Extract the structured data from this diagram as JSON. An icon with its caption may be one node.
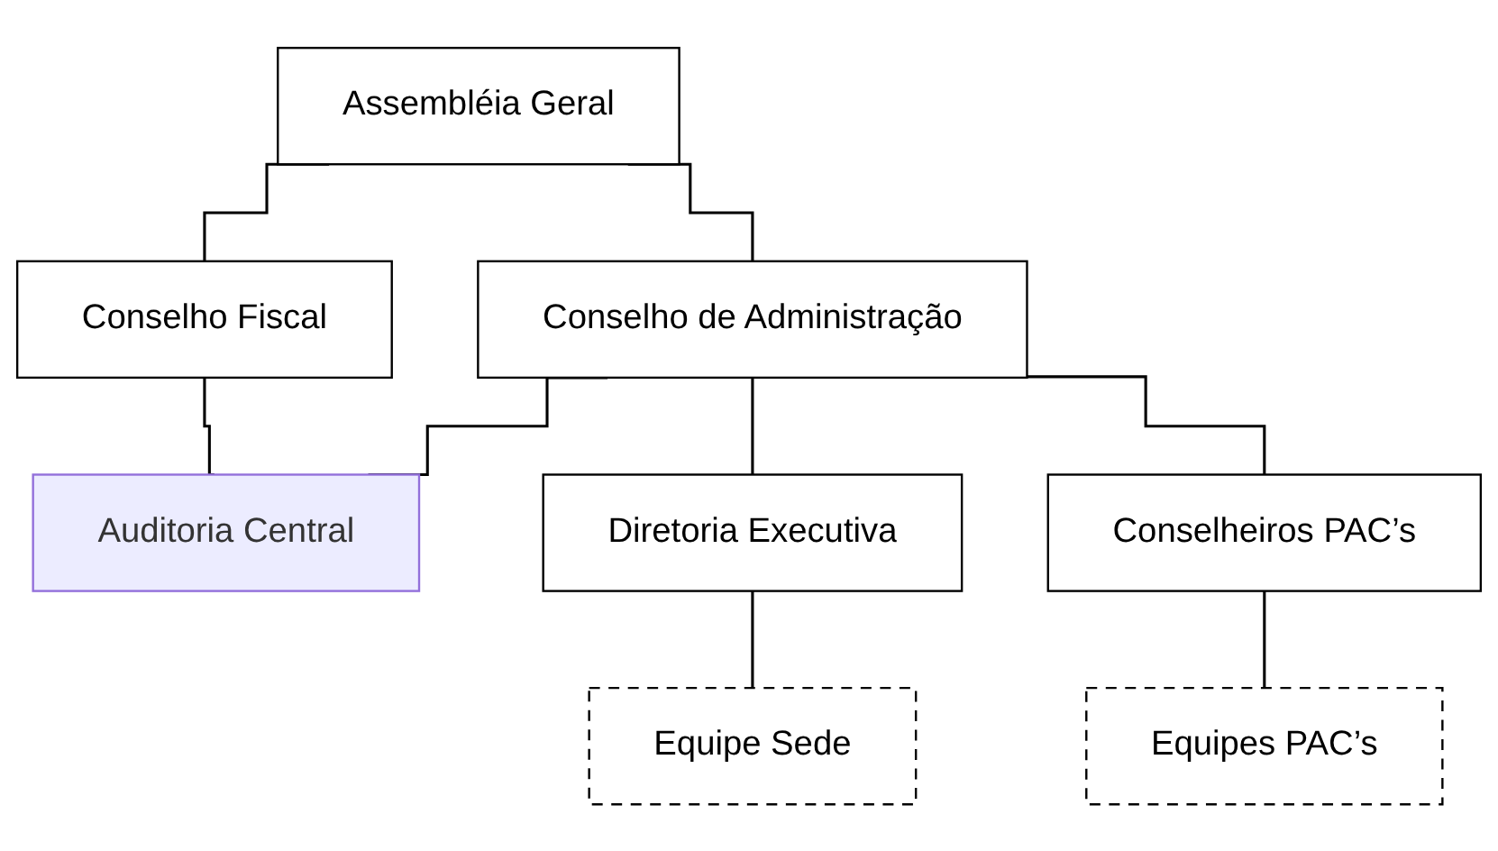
{
  "diagram": {
    "nodes": [
      {
        "text": [
          "Assembléia Geral"
        ]
      },
      {
        "text": [
          "Conselho Fiscal"
        ]
      },
      {
        "text": [
          "Conselho de Administração"
        ]
      },
      {
        "text": [
          "Auditoria Central"
        ]
      },
      {
        "text": [
          "Diretoria Executiva"
        ]
      },
      {
        "text": [
          "Conselheiros PAC’s"
        ]
      },
      {
        "text": [
          "Equipe Sede"
        ]
      },
      {
        "text": [
          "Equipes PAC’s"
        ]
      }
    ],
    "edges": [
      {
        "from": 0,
        "to": 2,
        "arrow": "none"
      },
      {
        "from": 0,
        "to": 1,
        "arrow": "none"
      },
      {
        "from": 1,
        "to": 3,
        "arrow": "none"
      },
      {
        "from": 2,
        "to": 3,
        "arrow": "none"
      },
      {
        "from": 2,
        "to": 4,
        "arrow": "none"
      },
      {
        "from": 2,
        "to": 5,
        "arrow": "none"
      },
      {
        "from": 4,
        "to": 6,
        "arrow": "none"
      },
      {
        "from": 5,
        "to": 7,
        "arrow": "none"
      }
    ]
  }
}
